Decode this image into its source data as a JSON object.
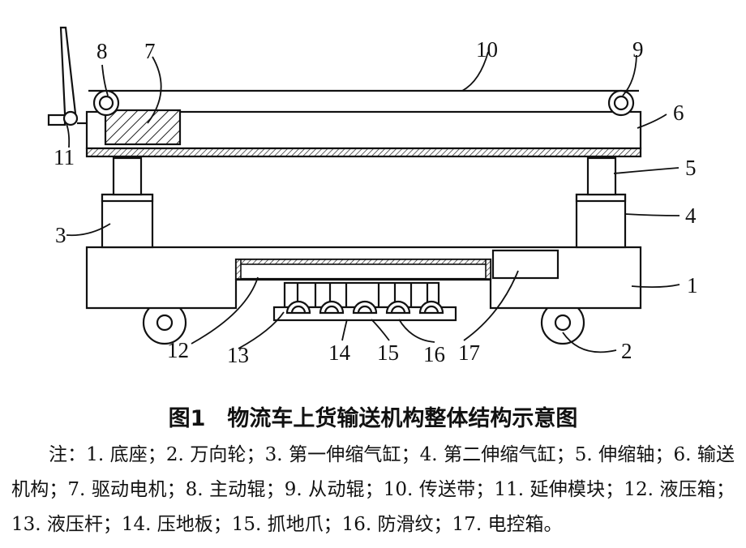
{
  "diagram": {
    "labels": [
      {
        "id": "1",
        "text": "1"
      },
      {
        "id": "2",
        "text": "2"
      },
      {
        "id": "3",
        "text": "3"
      },
      {
        "id": "4",
        "text": "4"
      },
      {
        "id": "5",
        "text": "5"
      },
      {
        "id": "6",
        "text": "6"
      },
      {
        "id": "7",
        "text": "7"
      },
      {
        "id": "8",
        "text": "8"
      },
      {
        "id": "9",
        "text": "9"
      },
      {
        "id": "10",
        "text": "10"
      },
      {
        "id": "11",
        "text": "11"
      },
      {
        "id": "12",
        "text": "12"
      },
      {
        "id": "13",
        "text": "13"
      },
      {
        "id": "14",
        "text": "14"
      },
      {
        "id": "15",
        "text": "15"
      },
      {
        "id": "16",
        "text": "16"
      },
      {
        "id": "17",
        "text": "17"
      }
    ]
  },
  "caption": "图1　物流车上货输送机构整体结构示意图",
  "note": "注：1. 底座；2. 万向轮；3. 第一伸缩气缸；4. 第二伸缩气缸；5. 伸缩轴；6. 输送机构；7. 驱动电机；8. 主动辊；9. 从动辊；10. 传送带；11. 延伸模块；12. 液压箱；13. 液压杆；14. 压地板；15. 抓地爪；16. 防滑纹；17. 电控箱。"
}
